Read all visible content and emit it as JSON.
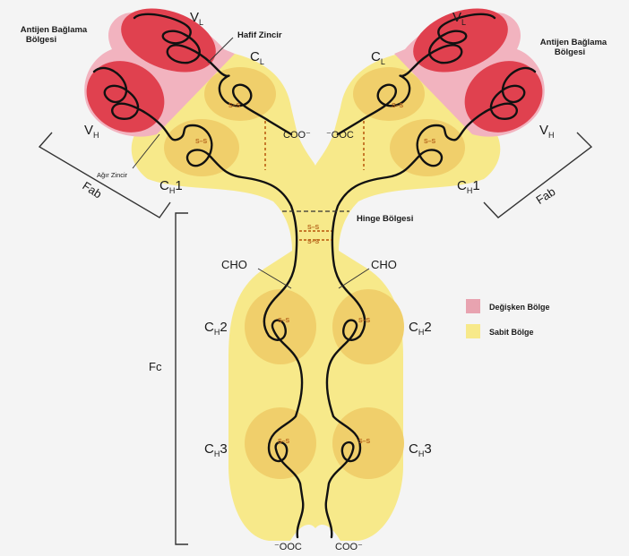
{
  "labels": {
    "antigen_left": [
      "Antijen Bağlama",
      "Bölgesi"
    ],
    "antigen_right": [
      "Antijen Bağlama",
      "Bölgesi"
    ],
    "light_chain": "Hafif Zincir",
    "heavy_chain": "Ağır Zincir",
    "hinge": "Hinge Bölgesi",
    "vl_left": "V",
    "vl_left_sub": "L",
    "vl_right": "V",
    "vl_right_sub": "L",
    "vh_left": "V",
    "vh_left_sub": "H",
    "vh_right": "V",
    "vh_right_sub": "H",
    "cl_left": "C",
    "cl_left_sub": "L",
    "cl_right": "C",
    "cl_right_sub": "L",
    "ch1_left": "C",
    "ch1_left_sub": "H",
    "ch1_left_num": "1",
    "ch1_right": "C",
    "ch1_right_sub": "H",
    "ch1_right_num": "1",
    "ch2_left": "C",
    "ch2_left_sub": "H",
    "ch2_left_num": "2",
    "ch2_right": "C",
    "ch2_right_sub": "H",
    "ch2_right_num": "2",
    "ch3_left": "C",
    "ch3_left_sub": "H",
    "ch3_left_num": "3",
    "ch3_right": "C",
    "ch3_right_sub": "H",
    "ch3_right_num": "3",
    "coo_left": "COO⁻",
    "ooc_right": "⁻OOC",
    "cho_left": "CHO",
    "cho_right": "CHO",
    "fab_left": "Fab",
    "fab_right": "Fab",
    "fc": "Fc",
    "ooc_bottom": "⁻OOC",
    "coo_bottom": "COO⁻",
    "disulfide": "S–S"
  },
  "legend": [
    {
      "label": "Değişken Bölge",
      "color": "#e8a3b0"
    },
    {
      "label": "Sabit Bölge",
      "color": "#f7e98a"
    }
  ],
  "colors": {
    "constant": "#f7e98a",
    "constant_domain": "#f0cf6b",
    "variable": "#f2b3bf",
    "variable_domain": "#e0414f",
    "chain": "#111111"
  }
}
